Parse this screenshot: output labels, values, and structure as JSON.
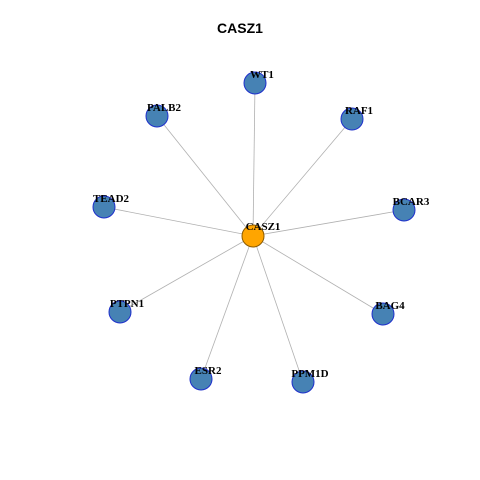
{
  "title": "CASZ1",
  "colors": {
    "center_fill": "#FFA500",
    "center_stroke": "#8B5A00",
    "leaf_fill": "#4682B4",
    "leaf_stroke": "#1E2FCC",
    "edge": "#B0B0B0"
  },
  "network": {
    "center": "CASZ1",
    "leaves": [
      "WT1",
      "RAF1",
      "BCAR3",
      "BAG4",
      "PPM1D",
      "ESR2",
      "PTPN1",
      "TEAD2",
      "PALB2"
    ]
  }
}
